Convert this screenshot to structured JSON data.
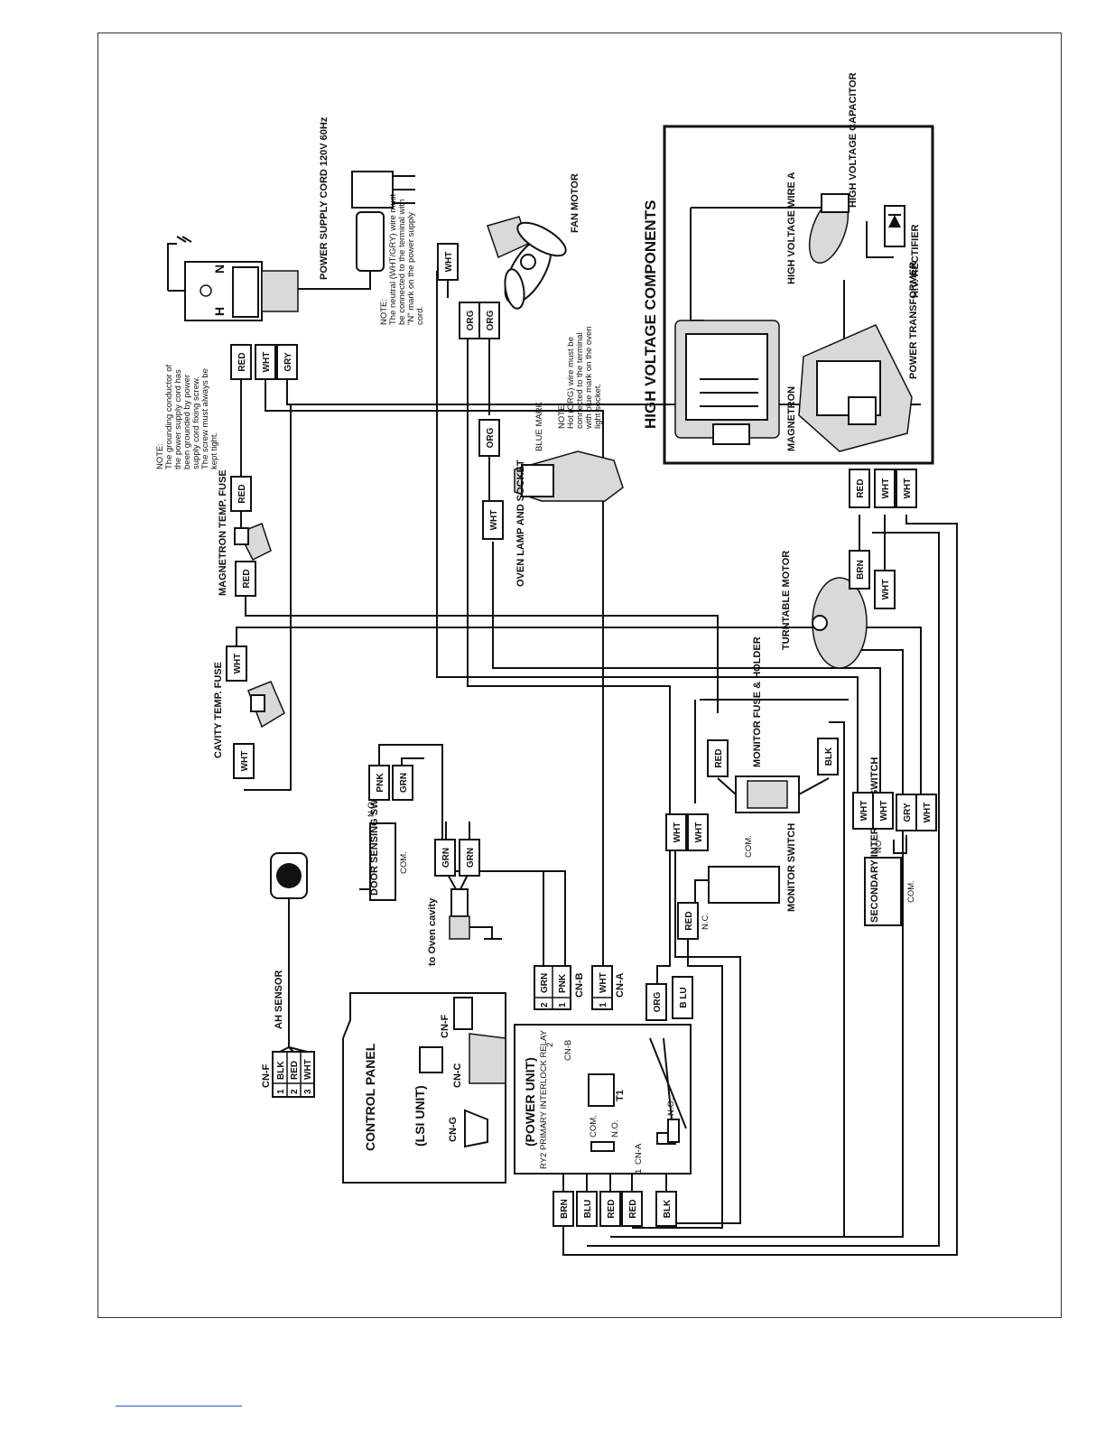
{
  "components": {
    "high_voltage": "HIGH VOLTAGE COMPONENTS",
    "hv_capacitor": "HIGH VOLTAGE CAPACITOR",
    "hv_wire": "HIGH VOLTAGE WIRE A",
    "hv_rectifier": "H.V. RECTIFIER",
    "magnetron": "MAGNETRON",
    "power_transformer": "POWER TRANSFORMER",
    "power_cord": "POWER SUPPLY CORD 120V 60Hz",
    "fan_motor": "FAN MOTOR",
    "oven_lamp": "OVEN LAMP AND SOCKET",
    "blue_mark": "BLUE MARK",
    "magnetron_fuse": "MAGNETRON TEMP. FUSE",
    "cavity_fuse": "CAVITY TEMP. FUSE",
    "turntable_motor": "TURNTABLE MOTOR",
    "monitor_fuse": "MONITOR FUSE & HOLDER",
    "monitor_switch": "MONITOR SWITCH",
    "secondary_switch": "SECONDARY INTERLOCK SWITCH",
    "door_switch": "DOOR SENSING SWITCH",
    "to_oven_cavity": "to Oven cavity",
    "ah_sensor": "AH SENSOR",
    "control_panel": "CONTROL PANEL",
    "lsi_unit": "(LSI UNIT)",
    "power_unit": "(POWER UNIT)",
    "relay": "RY2 PRIMARY INTERLOCK RELAY",
    "t1": "T1"
  },
  "notes": {
    "ground": [
      "NOTE:",
      "The grounding conductor of",
      "the power supply cord has",
      "been grounded by power",
      "supply cord fixing screw.",
      "The screw must always be",
      "kept tight."
    ],
    "neutral": [
      "NOTE:",
      "The neutral (WHT/GRY) wire must",
      "be connected to the terminal with",
      "\"N\" mark on the power supply",
      "cord."
    ],
    "hot": [
      "NOTE:",
      "Hot (ORG) wire must be",
      "connected to the terminal",
      "with blue mark on the oven",
      "light socket."
    ]
  },
  "terminals": {
    "h": "H",
    "n": "N",
    "com": "COM.",
    "no": "N.O.",
    "nc": "N.C.",
    "no2": "NO"
  },
  "connectors": {
    "cnf_label": "CN-F",
    "cnf_pins": [
      {
        "n": "1",
        "c": "BLK"
      },
      {
        "n": "2",
        "c": "RED"
      },
      {
        "n": "3",
        "c": "WHT"
      }
    ],
    "cnb_label": "CN-B",
    "cnb_pins": [
      {
        "n": "2",
        "c": "GRN"
      },
      {
        "n": "1",
        "c": "PNK"
      }
    ],
    "cna_label": "CN-A",
    "cna_pins": [
      {
        "n": "1",
        "c": "WHT"
      }
    ],
    "cnc": "CN-C",
    "cng": "CN-G",
    "cnf2": "CN-F",
    "cnb2": "CN-B",
    "cna2": "CN-A",
    "pin1": "1",
    "pin2": "2"
  },
  "wire_tags": {
    "red": "RED",
    "wht": "WHT",
    "gry": "GRY",
    "org": "ORG",
    "brn": "BRN",
    "blk": "BLK",
    "pnk": "PNK",
    "grn": "GRN",
    "blu": "BLU",
    "b_lu": "B LU"
  }
}
